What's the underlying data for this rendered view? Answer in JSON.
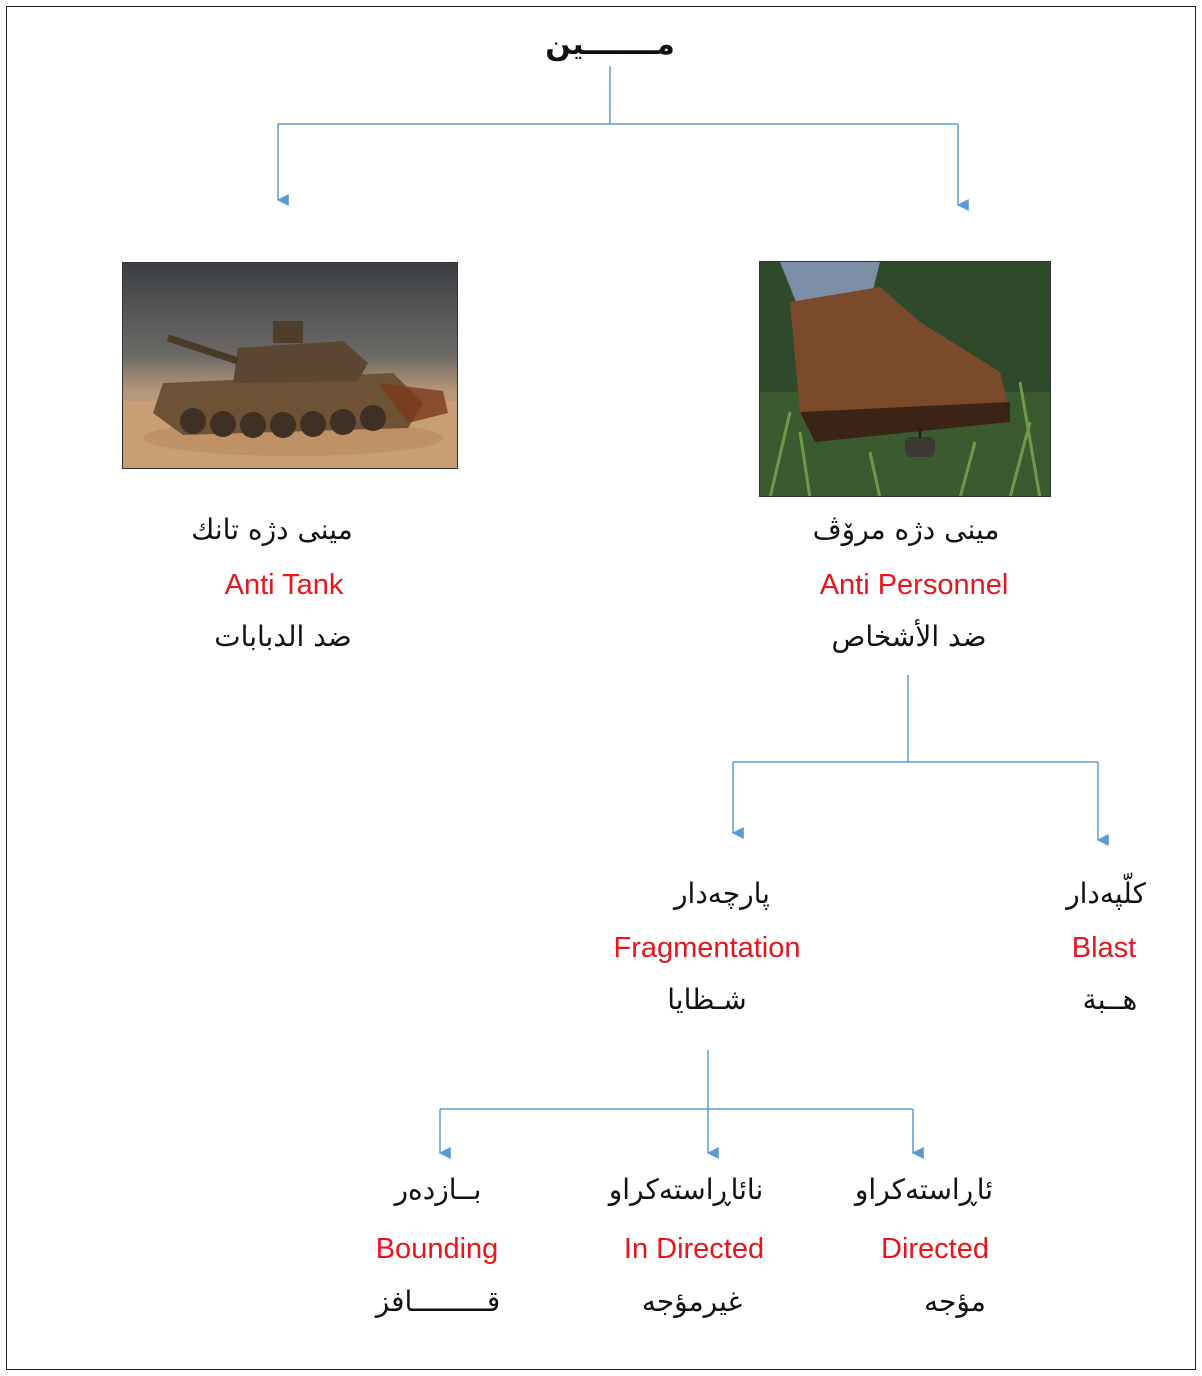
{
  "title": "مـــــــين",
  "nodes": {
    "anti_tank": {
      "ku": "مینی دژە تانك",
      "en": "Anti Tank",
      "ar": "ضد الدبابات"
    },
    "anti_personnel": {
      "ku": "مینی دژە مرۆڤ",
      "en": "Anti Personnel",
      "ar": "ضد الأشخاص"
    },
    "fragmentation": {
      "ku": "پارچەدار",
      "en": "Fragmentation",
      "ar": "شـظايا"
    },
    "blast": {
      "ku": "کلّپەدار",
      "en": "Blast",
      "ar": "هــبة"
    },
    "bounding": {
      "ku": "بــازدەر",
      "en": "Bounding",
      "ar": "قـــــــــافز"
    },
    "in_directed": {
      "ku": "نائاڕاستەکراو",
      "en": "In Directed",
      "ar": "غيرمؤجه"
    },
    "directed": {
      "ku": "ئاڕاستەکراو",
      "en": "Directed",
      "ar": "مؤجه"
    }
  },
  "colors": {
    "connector": "#5b9bd5",
    "english_label": "#e8151b",
    "text": "#111111",
    "border": "#222222"
  },
  "images": {
    "anti_tank": "tank-photo",
    "anti_personnel": "boot-stepping-on-mine-photo"
  }
}
